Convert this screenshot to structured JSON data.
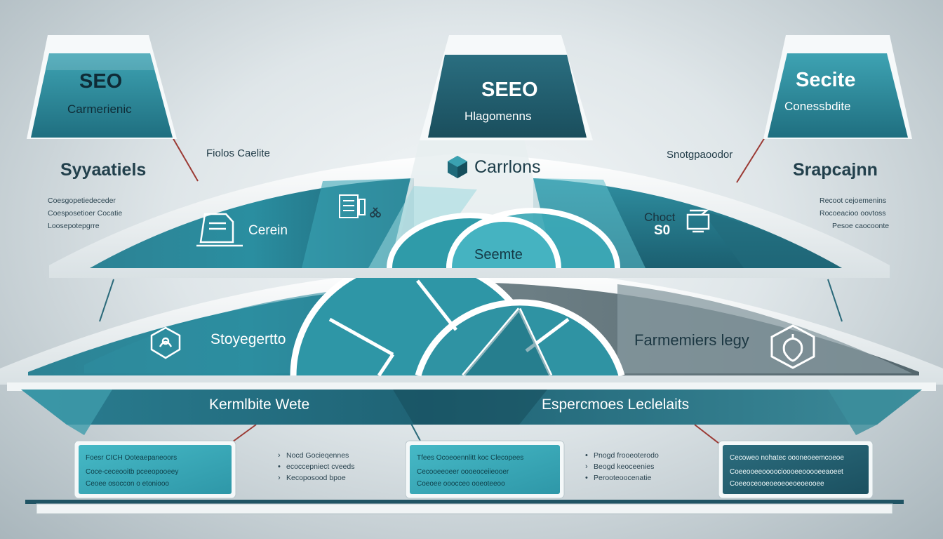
{
  "top_headers": [
    {
      "title": "SEO",
      "subtitle": "Carmerienic"
    },
    {
      "title": "SEEO",
      "subtitle": "Hlagomenns"
    },
    {
      "title": "Secite",
      "subtitle": "Conessbdite"
    }
  ],
  "side_blocks": {
    "left": {
      "title": "Syyaatiels",
      "lines": [
        "Coesgopetiedeceder",
        "Coesposetioer Cocatie",
        "Loosepotepgrre"
      ]
    },
    "right": {
      "title": "Srapcajnn",
      "lines": [
        "Recoot cejoemenins",
        "Rocoeacioo oovtoss",
        "Pesoe caocoonte"
      ]
    }
  },
  "mid_labels": {
    "left": "Fiolos Caelite",
    "right": "Snotgpaoodor"
  },
  "center_badge": {
    "label": "Carrlons",
    "icon": "cube-icon"
  },
  "upper_arch": {
    "left_label": "Cerein",
    "center_label": "Seemte",
    "right_label_line1": "Choct",
    "right_label_line2": "S0"
  },
  "lower_arch": {
    "left_label": "Stoyegertto",
    "right_label": "Farmemiers legy"
  },
  "band": {
    "left_label": "Kermlbite Wete",
    "right_label": "Espercmoes Leclelaits"
  },
  "cards": [
    {
      "title": "Foesr CICH Ooteaepaneoors",
      "line1": "Coce-ceceooitb pceeopooeey",
      "line2": "Ceoee osoccon o etoniooo"
    },
    {
      "title": "Tfees Ocoeoennlitt koc Clecopees",
      "line1": "Cecooeeoeer oooeoceiieooer",
      "line2": "Coeoee ooocceo ooeoteeoo"
    },
    {
      "title": "Cecoweo nohatec oooneoeemcoeoe",
      "line1": "Coeeooeeoooocioooeeooooeeaoeet",
      "line2": "Coeeoceooeoeoeoeoeoeooee"
    }
  ],
  "lists": [
    {
      "items": [
        {
          "marker": "›",
          "text": "Nocd Gocieqennes"
        },
        {
          "marker": "•",
          "text": "ecoccepniect cveeds"
        },
        {
          "marker": "›",
          "text": "Kecoposood bpoe"
        }
      ]
    },
    {
      "items": [
        {
          "marker": "•",
          "text": "Pnogd frooeoterodo"
        },
        {
          "marker": "›",
          "text": "Beogd keoceenies"
        },
        {
          "marker": "•",
          "text": "Perooteoocenatie"
        }
      ]
    }
  ],
  "icons": {
    "upper_left": "document-icon",
    "upper_left2": "clipboard-icon",
    "upper_left3": "scissors-icon",
    "upper_right": "monitor-icon",
    "lower_left": "shield-icon",
    "lower_right": "strawberry-hexagon-icon"
  },
  "colors": {
    "teal_dark": "#1c5a6c",
    "teal": "#2f8c9c",
    "teal_light": "#3db4c2",
    "slate": "#5f737b",
    "white": "#ffffff"
  }
}
